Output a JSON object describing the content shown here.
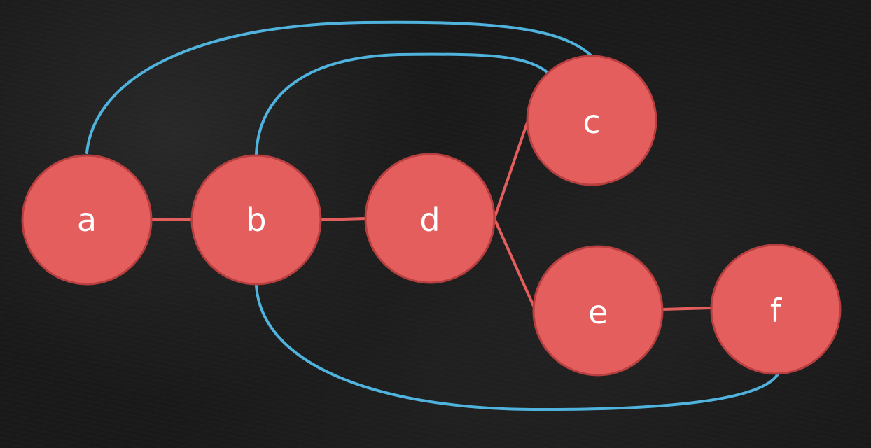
{
  "colors": {
    "background": "#191919",
    "node_fill": "#e45e5e",
    "node_stroke": "#b73f3f",
    "tree_edge": "#e45e5e",
    "back_edge": "#4fb3de",
    "label": "#ffffff"
  },
  "nodes": [
    {
      "id": "a",
      "label": "a"
    },
    {
      "id": "b",
      "label": "b"
    },
    {
      "id": "d",
      "label": "d"
    },
    {
      "id": "c",
      "label": "c"
    },
    {
      "id": "e",
      "label": "e"
    },
    {
      "id": "f",
      "label": "f"
    }
  ],
  "edges": [
    {
      "from": "a",
      "to": "b",
      "kind": "tree"
    },
    {
      "from": "b",
      "to": "d",
      "kind": "tree"
    },
    {
      "from": "d",
      "to": "c",
      "kind": "tree"
    },
    {
      "from": "d",
      "to": "e",
      "kind": "tree"
    },
    {
      "from": "e",
      "to": "f",
      "kind": "tree"
    },
    {
      "from": "a",
      "to": "c",
      "kind": "back"
    },
    {
      "from": "b",
      "to": "c",
      "kind": "back"
    },
    {
      "from": "b",
      "to": "f",
      "kind": "back"
    }
  ]
}
